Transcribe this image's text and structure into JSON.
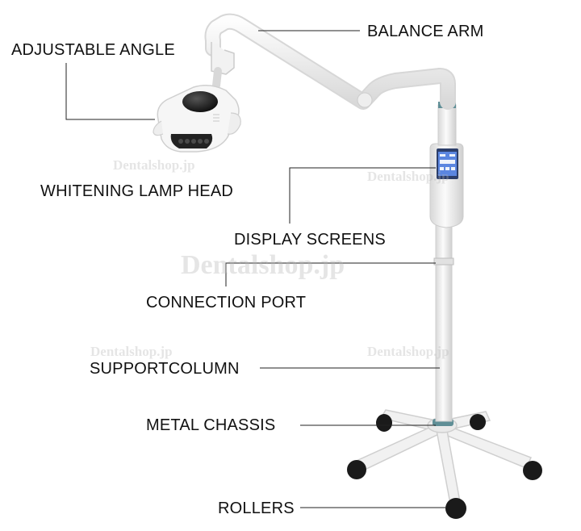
{
  "labels": {
    "balance_arm": "BALANCE ARM",
    "adjustable_angle": "ADJUSTABLE ANGLE",
    "whitening_lamp_head": "WHITENING LAMP HEAD",
    "display_screens": "DISPLAY SCREENS",
    "connection_port": "CONNECTION PORT",
    "support_column": "SUPPORTCOLUMN",
    "metal_chassis": "METAL CHASSIS",
    "rollers": "ROLLERS"
  },
  "watermarks": [
    "Dentalshop.jp",
    "Dentalshop.jp",
    "Dentalshop.jp",
    "Dentalshop.jp",
    "Dentalshop.jp"
  ],
  "colors": {
    "device_body": "#f4f4f4",
    "device_shadow": "#d6d6d6",
    "screen_blue": "#5b86e0",
    "metal_ring": "#5f8e96",
    "wheel": "#1a1a1a",
    "leader_line": "#222222",
    "text": "#111111"
  }
}
